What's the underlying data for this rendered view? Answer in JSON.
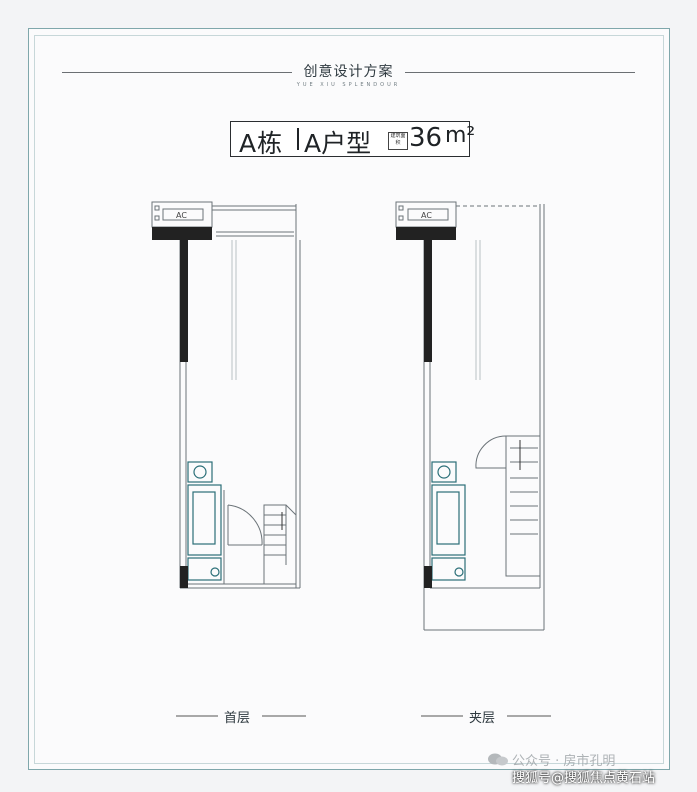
{
  "header": {
    "title": "创意设计方案",
    "subtitle": "YUE XIU SPLENDOUR"
  },
  "unit": {
    "building": "A栋",
    "type": "A户型",
    "area_tag": "建筑面积",
    "area_value": "36",
    "area_unit": "m²"
  },
  "plans": {
    "ground_ac": "AC",
    "mezz_ac": "AC",
    "ground_label": "首层",
    "mezz_label": "夹层"
  },
  "watermark": {
    "line1": "公众号 · 房市孔明",
    "line2": "搜狐号@搜狐焦点黄石站"
  },
  "colors": {
    "frame": "#7fa7ab",
    "wall": "#222222",
    "fixture": "#2b6f78",
    "line": "#6b7378"
  }
}
